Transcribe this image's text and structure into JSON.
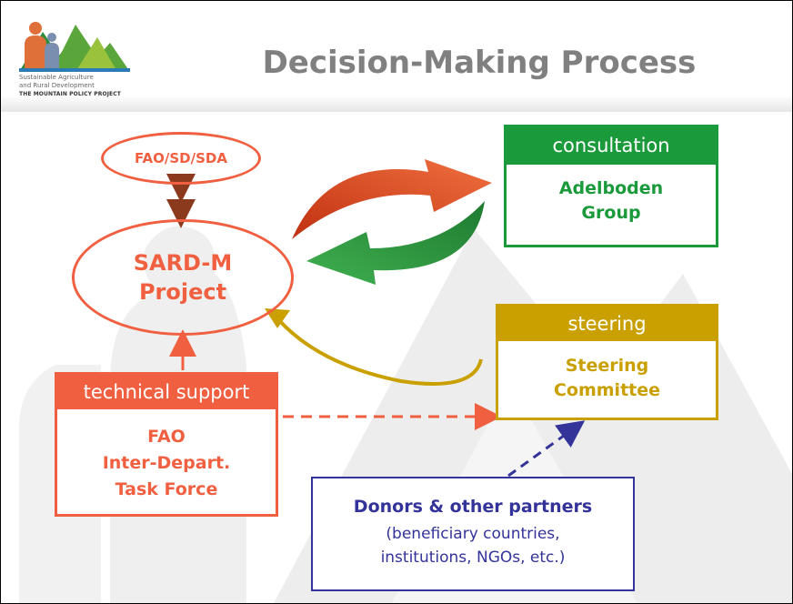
{
  "header": {
    "title": "Decision-Making Process",
    "logo": {
      "line1": "Sustainable Agriculture",
      "line2": "and Rural Development",
      "line3": "THE MOUNTAIN POLICY PROJECT"
    }
  },
  "nodes": {
    "fao_sd_sda": "FAO/SD/SDA",
    "sard_m": {
      "line1": "SARD-M",
      "line2": "Project"
    },
    "consultation": {
      "header": "consultation",
      "line1": "Adelboden",
      "line2": "Group"
    },
    "steering": {
      "header": "steering",
      "line1": "Steering",
      "line2": "Committee"
    },
    "technical": {
      "header": "technical support",
      "line1": "FAO",
      "line2": "Inter-Depart.",
      "line3": "Task Force"
    },
    "donors": {
      "title": "Donors & other partners",
      "line1": "(beneficiary countries,",
      "line2": "institutions, NGOs, etc.)"
    }
  },
  "colors": {
    "orange": "#f06040",
    "green": "#1a9a3a",
    "gold": "#c9a000",
    "navy": "#333399",
    "title_gray": "#808080",
    "watermark": "#e8e8e8"
  }
}
